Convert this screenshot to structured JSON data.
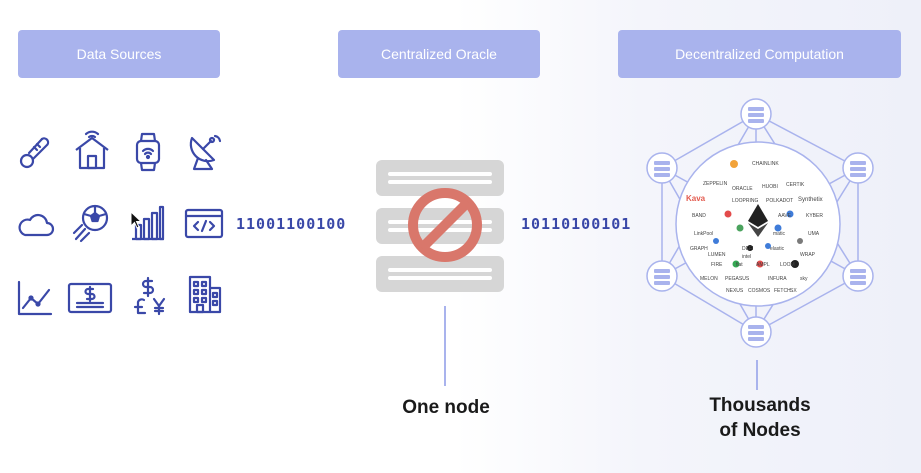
{
  "headers": {
    "data_sources": "Data Sources",
    "centralized_oracle": "Centralized Oracle",
    "decentralized_computation": "Decentralized Computation"
  },
  "binary": {
    "left": "11001100100",
    "right": "10110100101"
  },
  "labels": {
    "one_node": "One node",
    "thousands_line1": "Thousands",
    "thousands_line2": "of Nodes"
  },
  "logos": {
    "kava": "Kava",
    "chainlink_word": "CHAINLINK",
    "oracle_word": "ORACLE",
    "synthetix": "Synthetix",
    "aave": "AAVE",
    "linkpool": "LinkPool",
    "huobi": "HUOBI",
    "certik": "CERTIK",
    "loopring": "LOOPRING",
    "polkadot": "POLKADOT",
    "band": "BAND",
    "kyber": "KYBER",
    "zeppelin": "ZEPPELIN",
    "fiat": "fiat",
    "uma": "UMA",
    "elastic": "elastic",
    "pegasus": "PEGASUS",
    "intel": "intel",
    "sky": "sky",
    "graph": "GRAPH",
    "lumen": "LUMEN",
    "matic": "matic",
    "defi": "DEFI",
    "wrap": "WRAP",
    "ampl": "AMPL",
    "loom": "LOOM",
    "fire": "FIRE",
    "infura": "INFURA",
    "nexus": "NEXUS",
    "cosmos": "COSMOS",
    "fetch": "FETCH",
    "melon": "MELON",
    "sx": "SX"
  },
  "colors": {
    "header_bg": "#a9b3ed",
    "icon_blue": "#3a48a8",
    "prohibit_red": "#d9776b",
    "server_gray": "#d6d6d6"
  }
}
